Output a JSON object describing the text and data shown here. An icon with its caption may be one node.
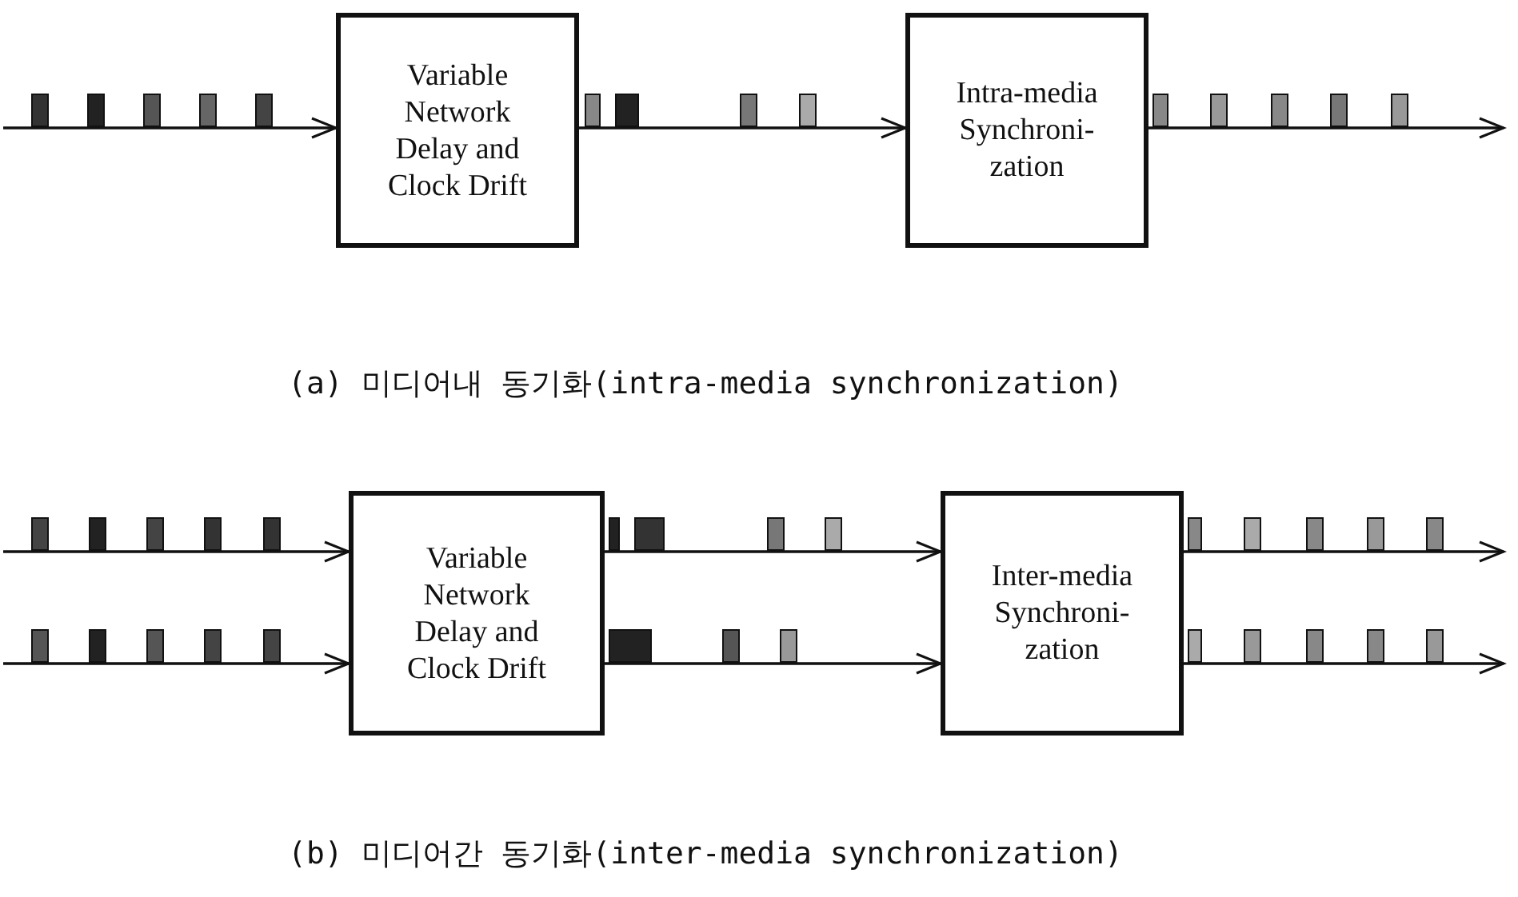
{
  "diagram": {
    "nodes": [
      {
        "text": [
          "Variable Network Delay and Clock Drift"
        ]
      },
      {
        "text": [
          "Intra-media Synchroni- zation"
        ]
      },
      {
        "text": [
          "Variable Network Delay and Clock Drift"
        ]
      },
      {
        "text": [
          "Inter-media Synchroni- zation"
        ]
      }
    ],
    "edges": [
      {
        "from": null,
        "to": 0,
        "arrow": "to"
      },
      {
        "from": 0,
        "to": 1,
        "arrow": "to"
      },
      {
        "from": 1,
        "to": null,
        "arrow": "to"
      },
      {
        "from": null,
        "to": 2,
        "arrow": "to"
      },
      {
        "from": null,
        "to": 2,
        "arrow": "to"
      },
      {
        "from": 2,
        "to": 3,
        "arrow": "to"
      },
      {
        "from": 2,
        "to": 3,
        "arrow": "to"
      },
      {
        "from": 3,
        "to": null,
        "arrow": "to"
      },
      {
        "from": 3,
        "to": null,
        "arrow": "to"
      }
    ],
    "labels": [
      "(a) 미디어내 동기화(intra-media synchronization)",
      "(b) 미디어간 동기화(inter-media synchronization)"
    ]
  }
}
